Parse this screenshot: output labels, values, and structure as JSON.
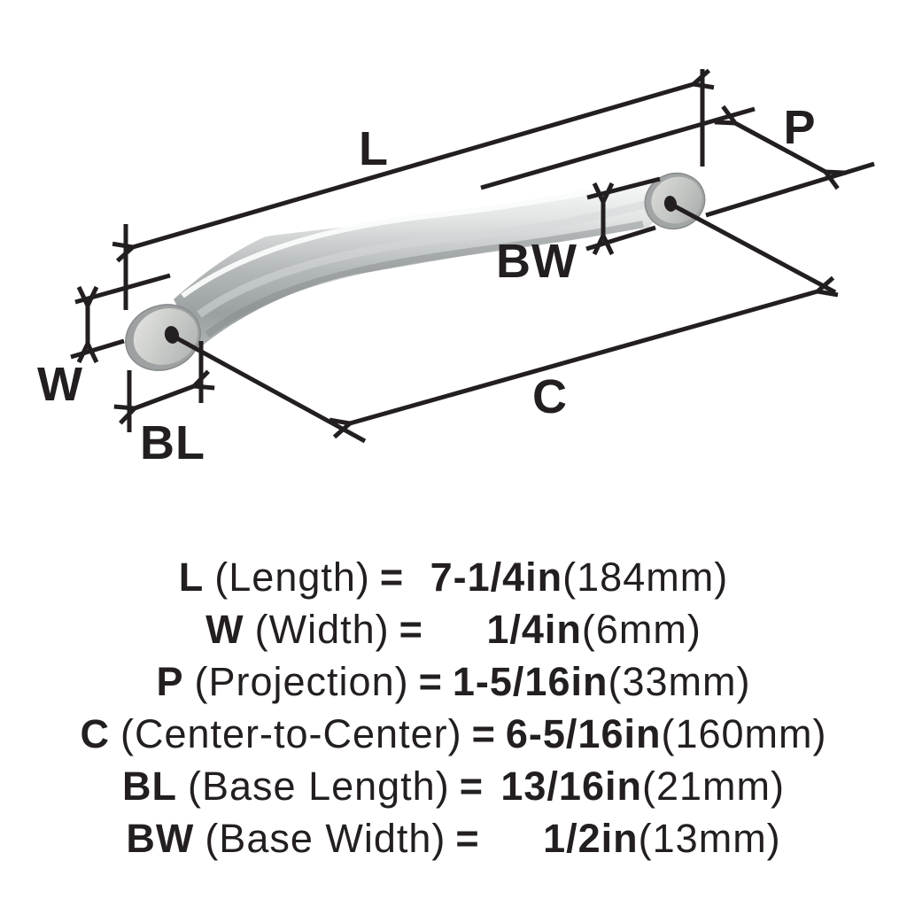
{
  "diagram": {
    "labels": {
      "length": "L",
      "projection": "P",
      "base_width": "BW",
      "width": "W",
      "base_length": "BL",
      "center_to_center": "C"
    },
    "line_color": "#231f20",
    "handle_colors": {
      "body_light": "#f2f3f3",
      "body_mid": "#b9bcbd",
      "body_dark": "#8e9293",
      "cap_face": "#cbcdcc",
      "hole": "#242021"
    }
  },
  "specs": [
    {
      "code": "L",
      "label": "(Length)",
      "eq": "=",
      "num": "7-1/4",
      "unit": "in",
      "metric": "(184mm)"
    },
    {
      "code": "W",
      "label": "(Width)",
      "eq": "=",
      "num": "1/4",
      "unit": "in",
      "metric": "(6mm)"
    },
    {
      "code": "P",
      "label": "(Projection)",
      "eq": "=",
      "num": "1-5/16",
      "unit": "in",
      "metric": "(33mm)"
    },
    {
      "code": "C",
      "label": "(Center-to-Center)",
      "eq": "=",
      "num": "6-5/16",
      "unit": "in",
      "metric": "(160mm)"
    },
    {
      "code": "BL",
      "label": "(Base Length)",
      "eq": "=",
      "num": "13/16",
      "unit": "in",
      "metric": "(21mm)"
    },
    {
      "code": "BW",
      "label": "(Base Width)",
      "eq": "=",
      "num": "1/2",
      "unit": "in",
      "metric": "(13mm)"
    }
  ]
}
